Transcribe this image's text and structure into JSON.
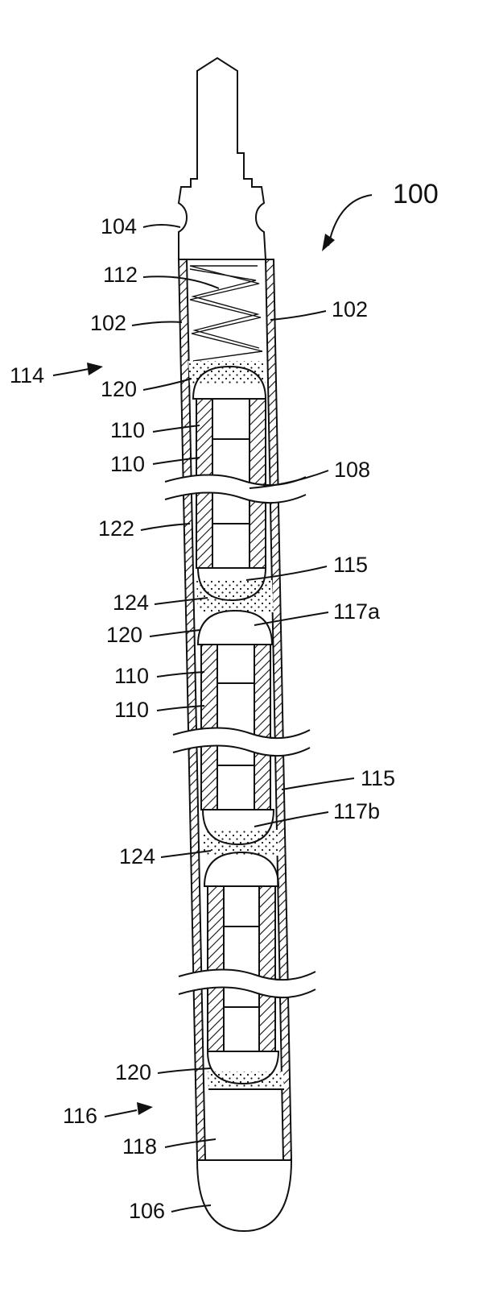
{
  "figure": {
    "reference_numeral": "100",
    "labels": {
      "l104": "104",
      "l112": "112",
      "l102a": "102",
      "l102b": "102",
      "l114": "114",
      "l120a": "120",
      "l110a": "110",
      "l110b": "110",
      "l108": "108",
      "l122": "122",
      "l115a": "115",
      "l124a": "124",
      "l117a": "117a",
      "l120b": "120",
      "l110c": "110",
      "l110d": "110",
      "l115b": "115",
      "l117b": "117b",
      "l124b": "124",
      "l120c": "120",
      "l116": "116",
      "l118": "118",
      "l106": "106"
    }
  }
}
